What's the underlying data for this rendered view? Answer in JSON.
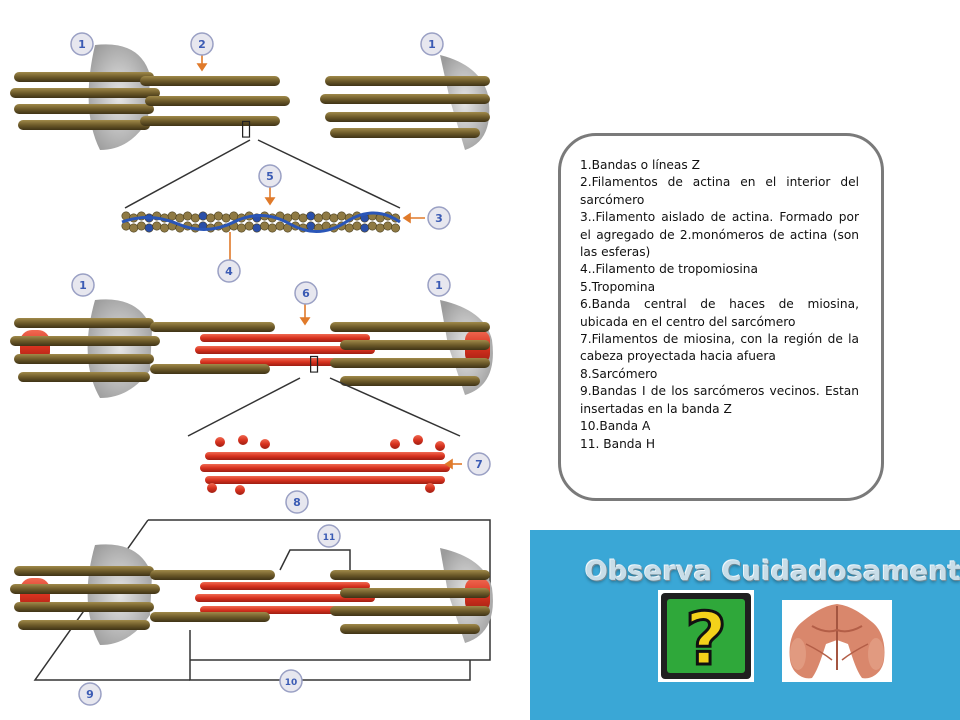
{
  "legend": {
    "items": [
      "1.Bandas o líneas Z",
      "2.Filamentos de actina en el interior del sarcómero",
      "3..Filamento aislado de actina. Formado por el agregado de 2.monómeros de actina (son las esferas)",
      "4..Filamento de tropomiosina",
      "5.Tropomina",
      "6.Banda central de haces de miosina, ubicada en el centro del sarcómero",
      "7.Filamentos de miosina, con la región de la cabeza proyectada hacia afuera",
      "8.Sarcómero",
      "9.Bandas I de los sarcómeros vecinos. Estan insertadas en la banda Z",
      "10.Banda A",
      "11. Banda H"
    ]
  },
  "panel": {
    "title": "Observa Cuidadosamente",
    "background": "#3aa7d6"
  },
  "diagram": {
    "labels": [
      "1",
      "2",
      "1",
      "5",
      "3",
      "4",
      "1",
      "6",
      "1",
      "7",
      "8",
      "11",
      "9",
      "10"
    ],
    "colors": {
      "actin": "#6b5a2e",
      "myosin": "#d93a2b",
      "z_disc": "#b9b9b9",
      "label_circle": "#e7e7ef",
      "label_text": "#3b5bb4",
      "arrow": "#e07a2a"
    }
  },
  "icons": [
    "question-mark-icon",
    "muscle-anatomy-icon"
  ]
}
